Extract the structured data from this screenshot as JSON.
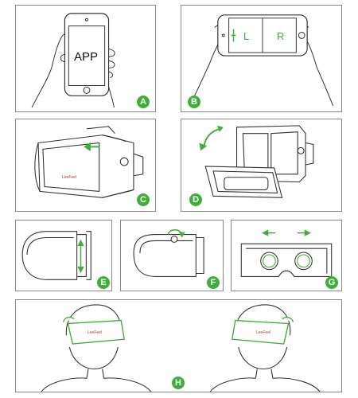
{
  "panels": {
    "a": {
      "step": "A",
      "screen_text": "APP"
    },
    "b": {
      "step": "B",
      "left_label": "L",
      "right_label": "R"
    },
    "c": {
      "step": "C",
      "brand": "LeeFeel"
    },
    "d": {
      "step": "D"
    },
    "e": {
      "step": "E"
    },
    "f": {
      "step": "F"
    },
    "g": {
      "step": "G"
    },
    "h": {
      "step": "H",
      "brand_left": "LeeFeel",
      "brand_right": "LeeFeel"
    }
  },
  "colors": {
    "accent": "#3fae3a",
    "line": "#333333",
    "border": "#8a8a8a"
  }
}
